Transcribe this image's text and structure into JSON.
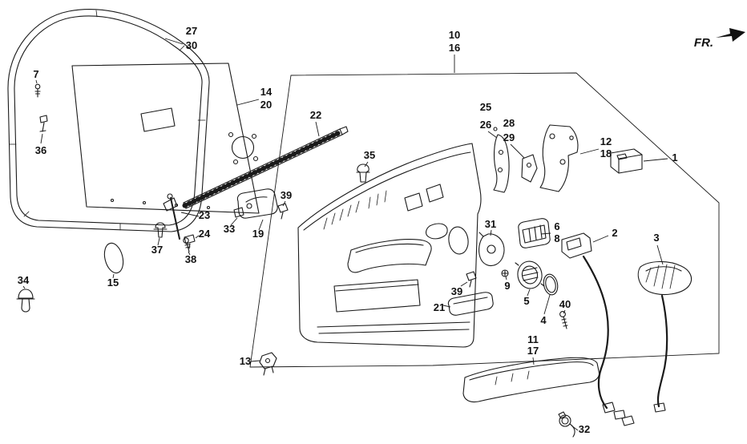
{
  "colors": {
    "background": "#ffffff",
    "line": "#1a1a1a",
    "label_text": "#111111"
  },
  "direction_indicator": {
    "label": "FR."
  },
  "labels": [
    {
      "text": "27"
    },
    {
      "text": "30"
    },
    {
      "text": "7"
    },
    {
      "text": "36"
    },
    {
      "text": "14"
    },
    {
      "text": "20"
    },
    {
      "text": "22"
    },
    {
      "text": "10"
    },
    {
      "text": "16"
    },
    {
      "text": "25"
    },
    {
      "text": "26"
    },
    {
      "text": "28"
    },
    {
      "text": "29"
    },
    {
      "text": "12"
    },
    {
      "text": "18"
    },
    {
      "text": "1"
    },
    {
      "text": "35"
    },
    {
      "text": "39"
    },
    {
      "text": "23"
    },
    {
      "text": "24"
    },
    {
      "text": "33"
    },
    {
      "text": "19"
    },
    {
      "text": "31"
    },
    {
      "text": "6"
    },
    {
      "text": "8"
    },
    {
      "text": "2"
    },
    {
      "text": "3"
    },
    {
      "text": "37"
    },
    {
      "text": "38"
    },
    {
      "text": "15"
    },
    {
      "text": "34"
    },
    {
      "text": "9"
    },
    {
      "text": "5"
    },
    {
      "text": "39"
    },
    {
      "text": "21"
    },
    {
      "text": "40"
    },
    {
      "text": "4"
    },
    {
      "text": "11"
    },
    {
      "text": "17"
    },
    {
      "text": "13"
    },
    {
      "text": "32"
    }
  ]
}
